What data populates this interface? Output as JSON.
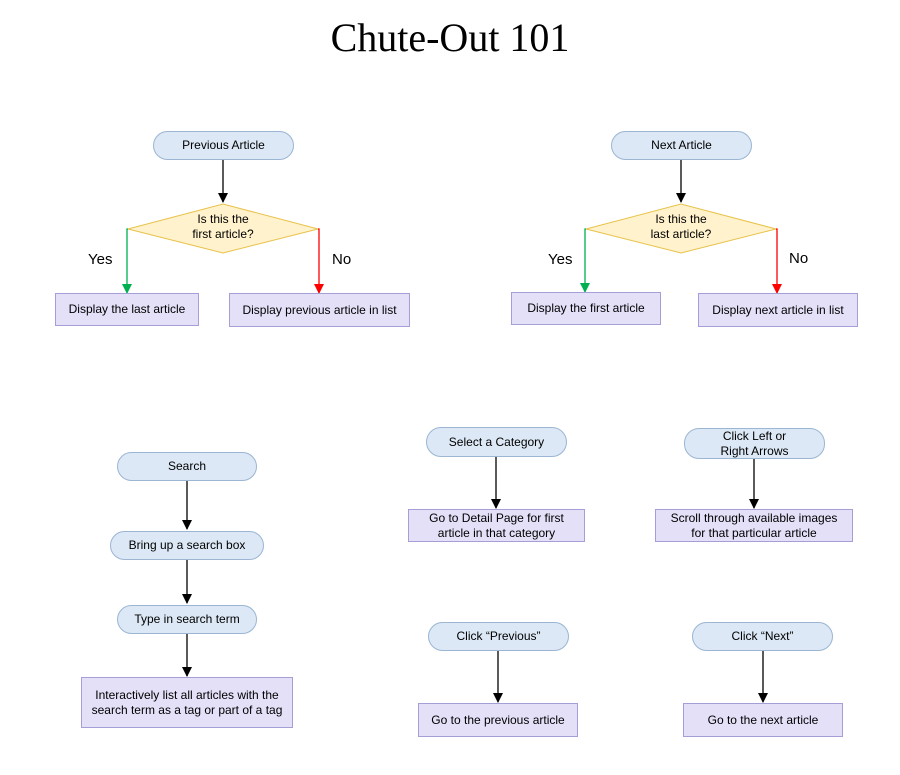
{
  "title": "Chute-Out 101",
  "prev": {
    "start": "Previous Article",
    "decision": "Is this the\nfirst article?",
    "yes": "Yes",
    "no": "No",
    "yes_action": "Display the last article",
    "no_action": "Display previous article in list"
  },
  "next": {
    "start": "Next Article",
    "decision": "Is this the\nlast article?",
    "yes": "Yes",
    "no": "No",
    "yes_action": "Display the first article",
    "no_action": "Display next article in list"
  },
  "search": {
    "start": "Search",
    "step1": "Bring up a search box",
    "step2": "Type in search term",
    "step3": "Interactively list all articles with the\nsearch term as a tag or part of a tag"
  },
  "category": {
    "start": "Select a Category",
    "action": "Go to Detail Page for first\narticle in that category"
  },
  "arrows": {
    "start": "Click Left or\nRight Arrows",
    "action": "Scroll through available images\nfor that particular article"
  },
  "click_prev": {
    "start": "Click “Previous”",
    "action": "Go to the previous article"
  },
  "click_next": {
    "start": "Click “Next”",
    "action": "Go to the next article"
  },
  "colors": {
    "yes_arrow": "#00b050",
    "no_arrow": "#ff0000",
    "flow_arrow": "#000000"
  }
}
